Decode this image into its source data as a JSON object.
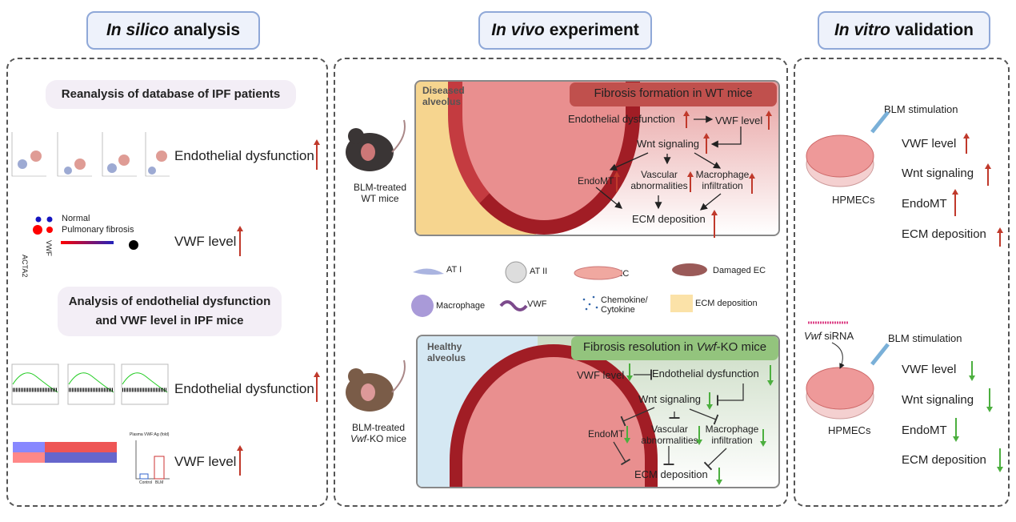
{
  "headers": {
    "in_silico": {
      "italic": "In silico",
      "rest": "analysis"
    },
    "in_vivo": {
      "italic": "In vivo",
      "rest": "experiment"
    },
    "in_vitro": {
      "italic": "In vitro",
      "rest": "validation"
    }
  },
  "in_silico": {
    "section1_title": "Reanalysis of database of IPF patients",
    "section2_title_line1": "Analysis of endothelial dysfunction",
    "section2_title_line2": "and VWF level in IPF mice",
    "row1_label": "Endothelial dysfunction",
    "row2_label": "VWF level",
    "row3_label": "Endothelial dysfunction",
    "row4_label": "VWF level",
    "dotplot_legend": {
      "normal": "Normal",
      "fibrosis": "Pulmonary fibrosis",
      "gene1": "ACTA2",
      "gene2": "VWF"
    },
    "bar_panel_title": "Plasma VWF:Ag (fold)",
    "bar_categories": [
      "Control",
      "BLM"
    ]
  },
  "in_vivo": {
    "mouse1_line1": "BLM-treated",
    "mouse1_line2": "WT mice",
    "mouse2_line1": "BLM-treated",
    "mouse2_italic": "Vwf",
    "mouse2_line2": "-KO mice",
    "diseased_label_line1": "Diseased",
    "diseased_label_line2": "alveolus",
    "healthy_label_line1": "Healthy",
    "healthy_label_line2": "alveolus",
    "wt_box": {
      "title": "Fibrosis formation in WT mice",
      "endothelial": "Endothelial dysfunction",
      "vwf": "VWF level",
      "wnt": "Wnt signaling",
      "endomt": "EndoMT",
      "vascular_1": "Vascular",
      "vascular_2": "abnormalities",
      "macro_1": "Macrophage",
      "macro_2": "infiltration",
      "ecm": "ECM deposition"
    },
    "ko_box": {
      "title_pre": "Fibrosis resolution in ",
      "title_italic": "Vwf",
      "title_post": "-KO mice",
      "vwf": "VWF level",
      "endothelial": "Endothelial dysfunction",
      "wnt": "Wnt signaling",
      "endomt": "EndoMT",
      "vascular_1": "Vascular",
      "vascular_2": "abnormalities",
      "macro_1": "Macrophage",
      "macro_2": "infiltration",
      "ecm": "ECM deposition"
    },
    "legend": {
      "at1": "AT I",
      "at2": "AT II",
      "ec": "EC",
      "damaged_ec": "Damaged EC",
      "macrophage": "Macrophage",
      "vwf": "VWF",
      "chemokine_1": "Chemokine/",
      "chemokine_2": "Cytokine",
      "ecm": "ECM deposition"
    }
  },
  "in_vitro": {
    "top": {
      "stimulus": "BLM stimulation",
      "cells": "HPMECs",
      "items": [
        "VWF level",
        "Wnt signaling",
        "EndoMT",
        "ECM deposition"
      ]
    },
    "bottom": {
      "sirna_italic": "Vwf",
      "sirna_rest": " siRNA",
      "stimulus": "BLM stimulation",
      "cells": "HPMECs",
      "items": [
        "VWF level",
        "Wnt signaling",
        "EndoMT",
        "ECM deposition"
      ]
    }
  },
  "colors": {
    "up_arrow": "#c0392b",
    "down_arrow": "#4caf3f",
    "pill_border": "#8fa8d8",
    "wt_header": "#c0504d",
    "ko_header": "#93c47d"
  }
}
